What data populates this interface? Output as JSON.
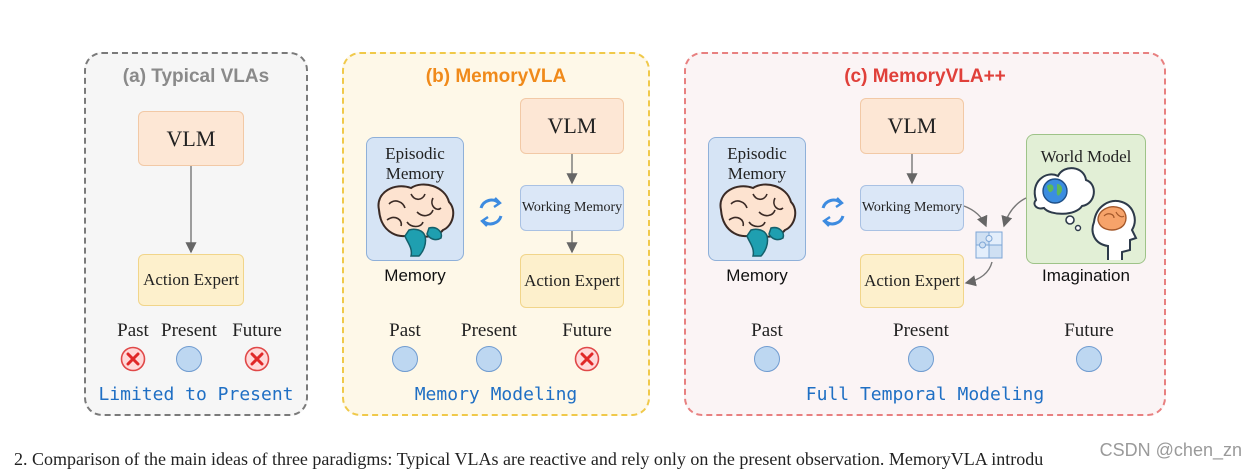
{
  "panels": {
    "a": {
      "title": "(a) Typical VLAs",
      "vlm": "VLM",
      "action": "Action Expert",
      "times": [
        "Past",
        "Present",
        "Future"
      ],
      "time_status": [
        "excluded",
        "included",
        "excluded"
      ],
      "footer": "Limited to Present"
    },
    "b": {
      "title": "(b) MemoryVLA",
      "episodic": "Episodic Memory",
      "memory_label": "Memory",
      "vlm": "VLM",
      "working": "Working Memory",
      "action": "Action Expert",
      "times": [
        "Past",
        "Present",
        "Future"
      ],
      "time_status": [
        "included",
        "included",
        "excluded"
      ],
      "footer": "Memory Modeling"
    },
    "c": {
      "title": "(c) MemoryVLA++",
      "episodic": "Episodic Memory",
      "memory_label": "Memory",
      "vlm": "VLM",
      "working": "Working Memory",
      "action": "Action Expert",
      "world_model": "World Model",
      "imagination_label": "Imagination",
      "times": [
        "Past",
        "Present",
        "Future"
      ],
      "time_status": [
        "included",
        "included",
        "included"
      ],
      "footer": "Full Temporal Modeling"
    }
  },
  "colors": {
    "panel_a_border": "#7a7a7a",
    "panel_b_border": "#f0c94a",
    "panel_c_border": "#e88080",
    "title_a": "#8a8a8a",
    "title_b": "#f08a1a",
    "title_c": "#e0403a",
    "footer": "#1f6fc4"
  },
  "caption": "2. Comparison of the main ideas of three paradigms: Typical VLAs are reactive and rely only on the present observation. MemoryVLA introdu",
  "watermark": "CSDN @chen_zn"
}
